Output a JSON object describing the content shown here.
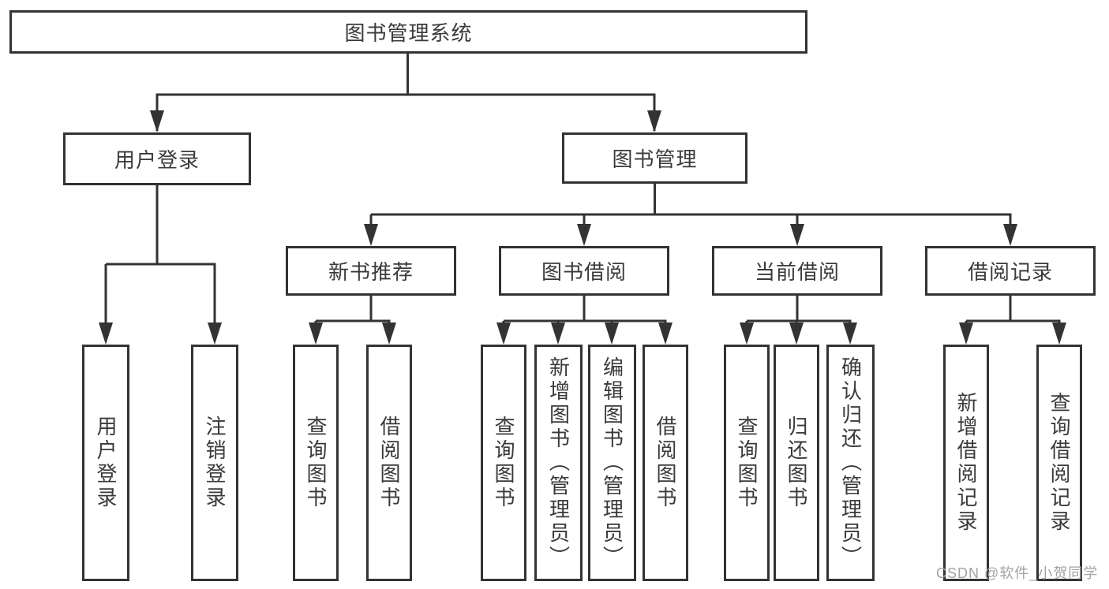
{
  "page": {
    "background_color": "#ffffff",
    "line_color": "#333333",
    "text_color": "#3a3a3a"
  },
  "watermark": {
    "text": "CSDN @软件_小贺同学",
    "color": "#a3a3a3"
  },
  "diagram": {
    "type": "org-tree",
    "nodes": {
      "root": {
        "label": "图书管理系统"
      },
      "user_login": {
        "label": "用户登录"
      },
      "book_mgmt": {
        "label": "图书管理"
      },
      "new_book": {
        "label": "新书推荐"
      },
      "book_borrow": {
        "label": "图书借阅"
      },
      "current_borrow": {
        "label": "当前借阅"
      },
      "borrow_record": {
        "label": "借阅记录"
      },
      "leaf_login": {
        "label": "用户登录"
      },
      "leaf_logout": {
        "label": "注销登录"
      },
      "leaf_nb_query": {
        "label": "查询图书"
      },
      "leaf_nb_borrow": {
        "label": "借阅图书"
      },
      "leaf_bb_query": {
        "label": "查询图书"
      },
      "leaf_bb_add": {
        "label": "新增图书（管理员）"
      },
      "leaf_bb_edit": {
        "label": "编辑图书（管理员）"
      },
      "leaf_bb_borrow": {
        "label": "借阅图书"
      },
      "leaf_cb_query": {
        "label": "查询图书"
      },
      "leaf_cb_return": {
        "label": "归还图书"
      },
      "leaf_cb_confirm": {
        "label": "确认归还（管理员）"
      },
      "leaf_br_add": {
        "label": "新增借阅记录"
      },
      "leaf_br_query": {
        "label": "查询借阅记录"
      }
    },
    "edges": [
      {
        "from": "root",
        "to": "user_login"
      },
      {
        "from": "root",
        "to": "book_mgmt"
      },
      {
        "from": "user_login",
        "to": "leaf_login"
      },
      {
        "from": "user_login",
        "to": "leaf_logout"
      },
      {
        "from": "book_mgmt",
        "to": "new_book"
      },
      {
        "from": "book_mgmt",
        "to": "book_borrow"
      },
      {
        "from": "book_mgmt",
        "to": "current_borrow"
      },
      {
        "from": "book_mgmt",
        "to": "borrow_record"
      },
      {
        "from": "new_book",
        "to": "leaf_nb_query"
      },
      {
        "from": "new_book",
        "to": "leaf_nb_borrow"
      },
      {
        "from": "book_borrow",
        "to": "leaf_bb_query"
      },
      {
        "from": "book_borrow",
        "to": "leaf_bb_add"
      },
      {
        "from": "book_borrow",
        "to": "leaf_bb_edit"
      },
      {
        "from": "book_borrow",
        "to": "leaf_bb_borrow"
      },
      {
        "from": "current_borrow",
        "to": "leaf_cb_query"
      },
      {
        "from": "current_borrow",
        "to": "leaf_cb_return"
      },
      {
        "from": "current_borrow",
        "to": "leaf_cb_confirm"
      },
      {
        "from": "borrow_record",
        "to": "leaf_br_add"
      },
      {
        "from": "borrow_record",
        "to": "leaf_br_query"
      }
    ]
  }
}
